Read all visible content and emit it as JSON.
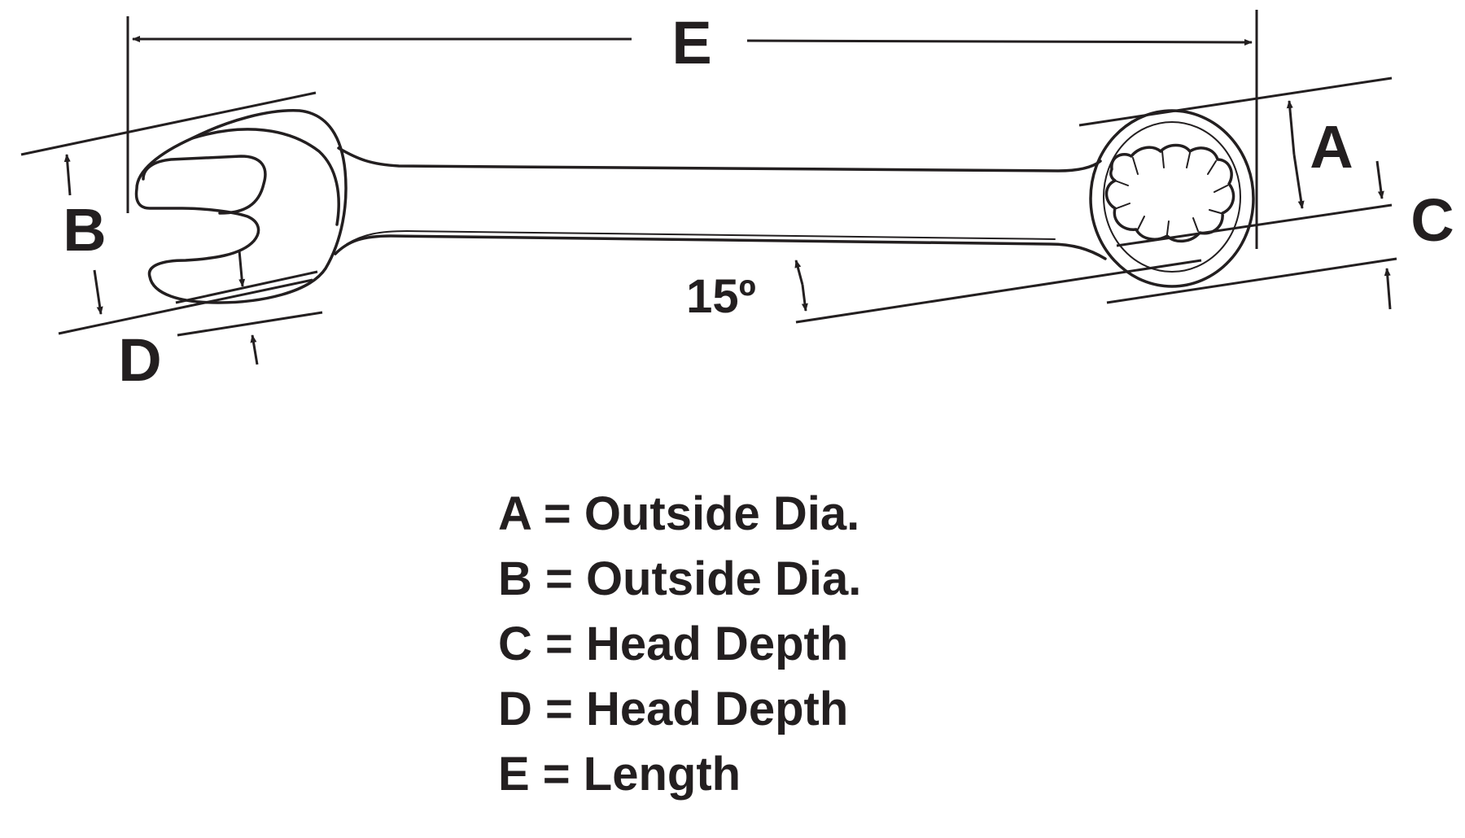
{
  "diagram": {
    "labels": {
      "a": "A",
      "b": "B",
      "c": "C",
      "d": "D",
      "e": "E",
      "angle": "15º"
    },
    "ink_color": "#231f20",
    "background_color": "#ffffff"
  },
  "legend": [
    "A = Outside Dia.",
    "B = Outside Dia.",
    "C = Head Depth",
    "D = Head Depth",
    "E = Length"
  ]
}
